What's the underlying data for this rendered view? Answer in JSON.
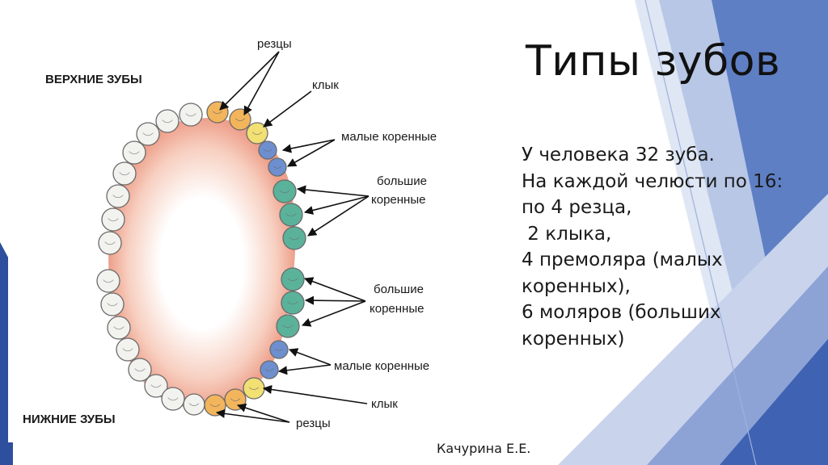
{
  "slide": {
    "title": "Типы зубов",
    "lines": [
      "У человека 32 зуба.",
      "На каждой челюсти по 16:",
      "по 4 резца,",
      " 2 клыка,",
      "4 премоляра (малых",
      "коренных),",
      "6 моляров (больших",
      "коренных)"
    ],
    "author": "Качурина Е.Е."
  },
  "diagram": {
    "upper_heading": "ВЕРХНИЕ ЗУБЫ",
    "lower_heading": "НИЖНИЕ ЗУБЫ",
    "upper_labels": {
      "incisors": "резцы",
      "canine": "клык",
      "premolars": "малые коренные",
      "molars_line1": "большие",
      "molars_line2": "коренные"
    },
    "lower_labels": {
      "molars_line1": "большие",
      "molars_line2": "коренные",
      "premolars": "малые коренные",
      "canine": "клык",
      "incisors": "резцы"
    }
  },
  "colors": {
    "incisor": "#f3b55c",
    "canine": "#f2e073",
    "premolar": "#6d8fcf",
    "molar": "#5bb29a",
    "other_tooth": "#f2f2ef",
    "tooth_outline": "#6a6a6a",
    "gum_edge": "#e59a84",
    "accent_blue": "#2f5fb7"
  }
}
